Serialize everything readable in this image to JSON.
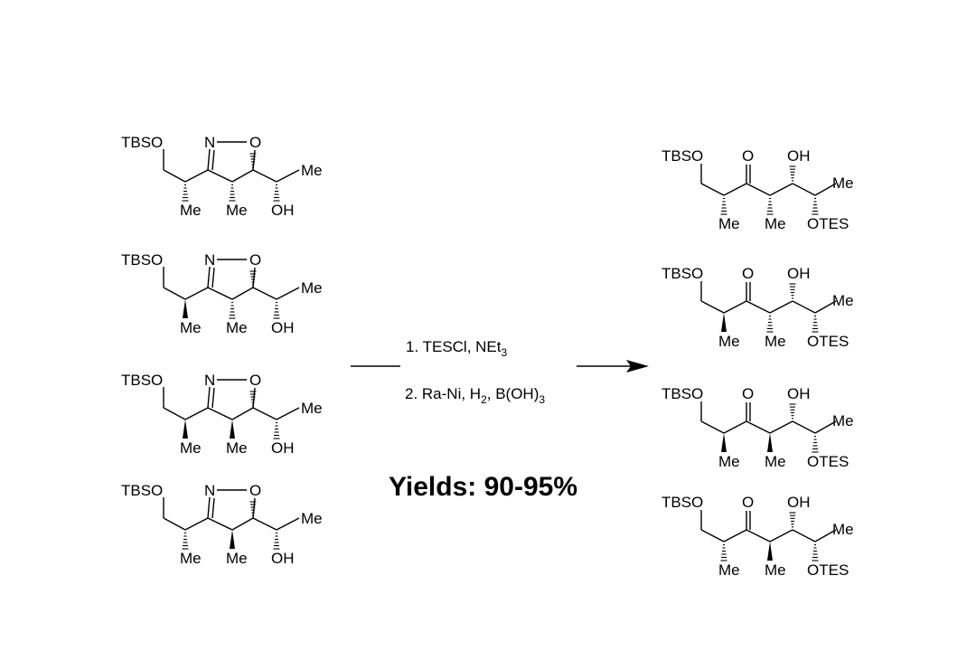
{
  "labels": {
    "tbso": "TBSO",
    "n": "N",
    "o": "O",
    "me": "Me",
    "oh": "OH",
    "otes": "OTES"
  },
  "reagents": {
    "step1": "1. TESCl, NEt",
    "step1_sub": "3",
    "step2a": "2. Ra-Ni, H",
    "step2a_sub": "2",
    "step2b": ", B(OH)",
    "step2b_sub": "3"
  },
  "yield_text": "Yields:  90-95%",
  "stereo": {
    "isoxazolines": [
      [
        "hash",
        "hash",
        "hash",
        "hash"
      ],
      [
        "wedge",
        "hash",
        "hash",
        "hash"
      ],
      [
        "wedge",
        "wedge",
        "hash",
        "hash"
      ],
      [
        "hash",
        "wedge",
        "hash",
        "hash"
      ]
    ],
    "products": [
      [
        "hash",
        "hash",
        "hash",
        "hash"
      ],
      [
        "wedge",
        "hash",
        "hash",
        "hash"
      ],
      [
        "wedge",
        "wedge",
        "hash",
        "hash"
      ],
      [
        "hash",
        "wedge",
        "hash",
        "hash"
      ]
    ]
  }
}
